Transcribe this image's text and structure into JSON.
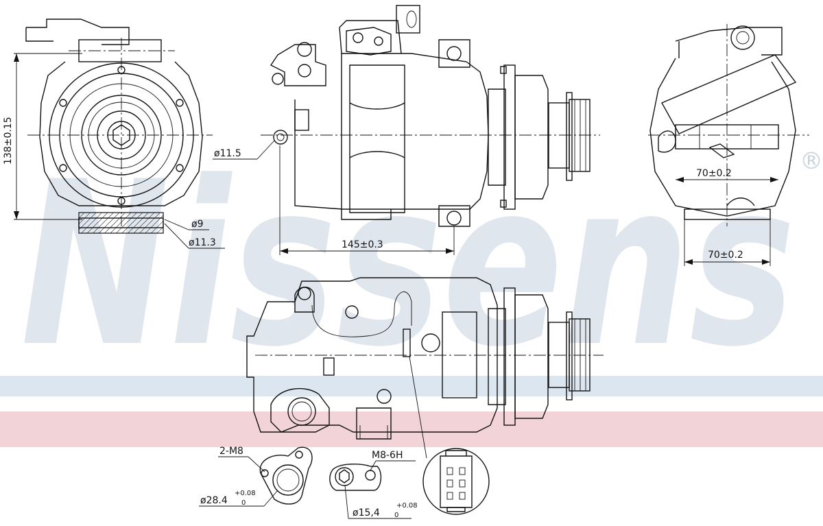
{
  "watermark": {
    "text": "Nissens",
    "registered_mark": "®",
    "band_colors": {
      "blue": "#dce6f0",
      "pink": "#f2d3d8"
    }
  },
  "dimensions": {
    "height": "138±0.15",
    "bore_small": "ø11.5",
    "hatch_inner": "ø9",
    "hatch_outer": "ø11.3",
    "width_main": "145±0.3",
    "rear_inner": "70±0.2",
    "rear_outer": "70±0.2"
  },
  "callouts": {
    "port_thread": "2-M8",
    "port_diameter_base": "ø28.4",
    "port_diameter_tol_upper": "+0.08",
    "port_diameter_tol_lower": "0",
    "fitting_thread": "M8-6H",
    "fitting_diameter_base": "ø15,4",
    "fitting_diameter_tol_upper": "+0.08",
    "fitting_diameter_tol_lower": "0"
  }
}
